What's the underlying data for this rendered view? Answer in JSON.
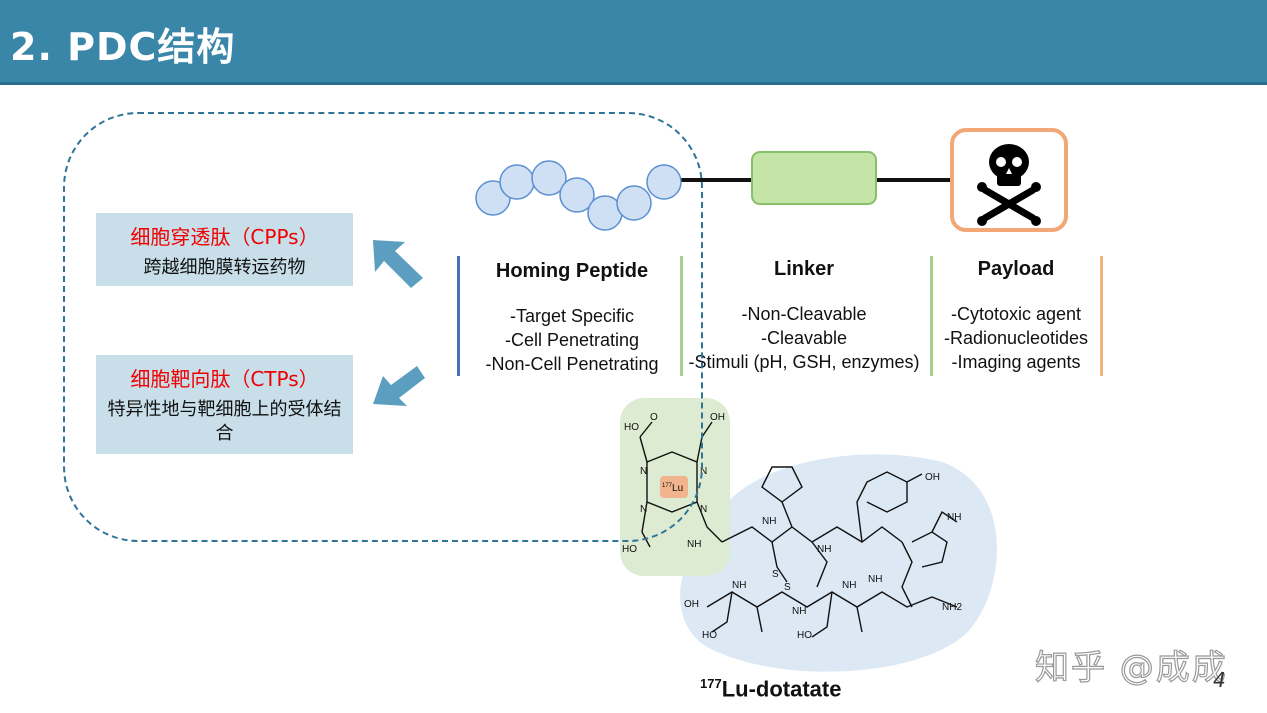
{
  "header": {
    "title": "2. PDC结构"
  },
  "cards": [
    {
      "title": "细胞穿透肽（CPPs）",
      "desc": "跨越细胞膜转运药物"
    },
    {
      "title": "细胞靶向肽（CTPs）",
      "desc": "特异性地与靶细胞上的受体结合"
    }
  ],
  "columns": [
    {
      "title": "Homing Peptide",
      "items": [
        "-Target Specific",
        "-Cell Penetrating",
        "-Non-Cell Penetrating"
      ],
      "bar_color": "#4a72b8"
    },
    {
      "title": "Linker",
      "items": [
        "-Non-Cleavable",
        "-Cleavable",
        "-Stimuli (pH, GSH, enzymes)"
      ],
      "bar_color": "#a6d08a"
    },
    {
      "title": "Payload",
      "items": [
        "-Cytotoxic agent",
        "-Radionucleotides",
        "-Imaging agents"
      ],
      "bar_color": "#f2b27a"
    }
  ],
  "structure": {
    "lu_label": "177Lu",
    "lu_sup": "177",
    "lu_sym": "Lu",
    "atom_labels": [
      "HO",
      "O",
      "OH",
      "N",
      "NH",
      "O",
      "S",
      "HO",
      "OH",
      "NH2"
    ]
  },
  "caption": {
    "sup": "177",
    "text": "Lu-dotatate"
  },
  "watermark": "知乎 @成成",
  "page_number": "4",
  "colors": {
    "header_bg": "#3a86a8",
    "card_bg": "#c8dfea",
    "card_title": "#f00000",
    "arrow": "#5b9ec0",
    "bead_fill": "#cfe0f5",
    "bead_stroke": "#5b8fd0",
    "linker_fill": "#c4e4a8",
    "payload_border": "#f2a777"
  },
  "icons": {
    "payload": "skull-crossbones-icon",
    "arrows": "arrow-icon"
  }
}
